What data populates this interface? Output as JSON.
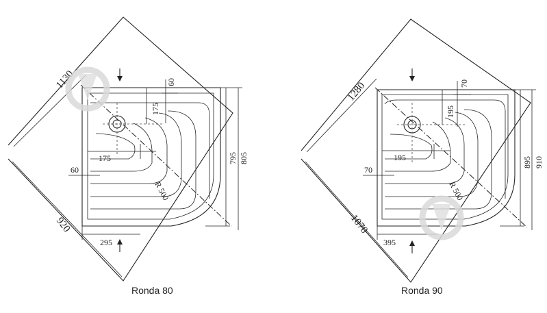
{
  "models": [
    {
      "name": "Ronda 80",
      "diagonal_top": "1130",
      "diagonal_bottom": "920",
      "depth_outer": "805",
      "depth_inner": "795",
      "drain_offset_vertical": "175",
      "drain_offset_horizontal": "175",
      "rim_top": "60",
      "rim_left": "60",
      "bottom_offset": "295",
      "radius": "R 500"
    },
    {
      "name": "Ronda 90",
      "diagonal_top": "1280",
      "diagonal_bottom": "1070",
      "depth_outer": "910",
      "depth_inner": "895",
      "drain_offset_vertical": "195",
      "drain_offset_horizontal": "195",
      "rim_top": "70",
      "rim_left": "70",
      "bottom_offset": "395",
      "radius": "R 500"
    }
  ]
}
